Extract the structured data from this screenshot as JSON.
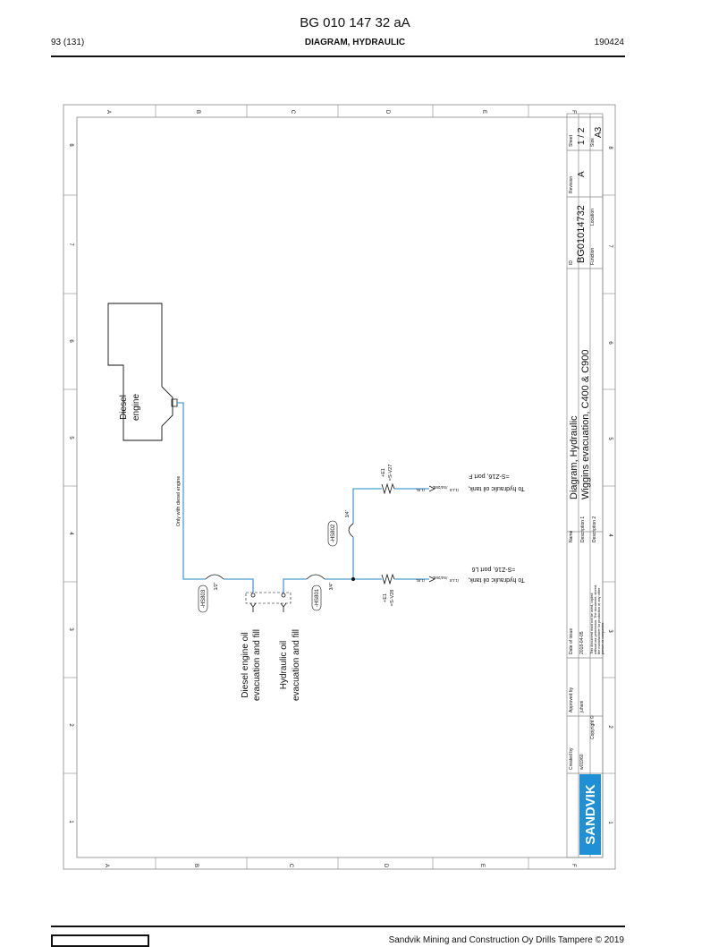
{
  "page": {
    "doc_id": "BG 010 147 32 aA",
    "page_number": "93 (131)",
    "section_title": "DIAGRAM, HYDRAULIC",
    "date_code": "190424",
    "footer_text": "Sandvik Mining and Construction Oy Drills Tampere © 2019"
  },
  "frame": {
    "col_letters": [
      "A",
      "B",
      "C",
      "D",
      "E",
      "F"
    ],
    "row_numbers": [
      "8",
      "7",
      "6",
      "5",
      "4",
      "3",
      "2",
      "1"
    ]
  },
  "components": {
    "engine_label_line1": "Diesel",
    "engine_label_line2": "engine",
    "only_diesel_note": "Only with diesel engine",
    "hs803": "-HS803",
    "hs803_size": "1/2\"",
    "hs801": "-HS801",
    "hs801_size": "3/4\"",
    "hs802": "-HS802",
    "hs802_size": "3/4\"",
    "v27_line1": "+E1",
    "v27_line2": "=S-V27",
    "v28_line1": "+E1",
    "v28_line2": "=S-V28",
    "ref_top_a": "/1,L9",
    "ref_top_b": "/S4/2ML",
    "ref_top_c": "/1,8L",
    "ref_bot_a": "/1,L8",
    "ref_bot_b": "/S4/2ML",
    "ref_bot_c": "/1,8L",
    "tank_f_line1": "=S-Z16, port F",
    "tank_f_line2": "To hydraulic oil tank,",
    "tank_l6_line1": "=S-Z16, port L6",
    "tank_l6_line2": "To hydraulic oil tank,",
    "diesel_evac_line1": "Diesel engine oil",
    "diesel_evac_line2": "evacuation and fill",
    "hydraulic_evac_line1": "Hydraulic oil",
    "hydraulic_evac_line2": "evacuation and fill"
  },
  "title_block": {
    "logo": "SANDVIK",
    "created_by_label": "Created by",
    "created_by": "w01960",
    "copyright_label": "Copyright ©",
    "approved_by_label": "Approved by",
    "approved_by": "juhani",
    "date_of_issue_label": "Date of issue",
    "date_of_issue": "2018-04-05",
    "notice_line1": "This document must not be used, copied",
    "notice_line2": "without our permission. The document, stored,",
    "notice_line3": "the manufacturer for production or any other",
    "notice_line4": "person or companies",
    "name_label": "Name",
    "name": "Diagram, Hydraulic",
    "description1_label": "Description 1",
    "description1": "Wiggins evacuation, C400 & C900",
    "description2_label": "Description 2",
    "id_label": "ID",
    "id": "BG01014732",
    "function_label": "Function",
    "location_label": "Location",
    "revision_label": "Revision",
    "revision": "A",
    "sheet_label": "Sheet",
    "sheet": "1 / 2",
    "size_label": "Size",
    "size": "A3"
  },
  "colors": {
    "line": "#4a9fd8",
    "frame": "#888888",
    "logo_bg": "#1f8fd6"
  }
}
